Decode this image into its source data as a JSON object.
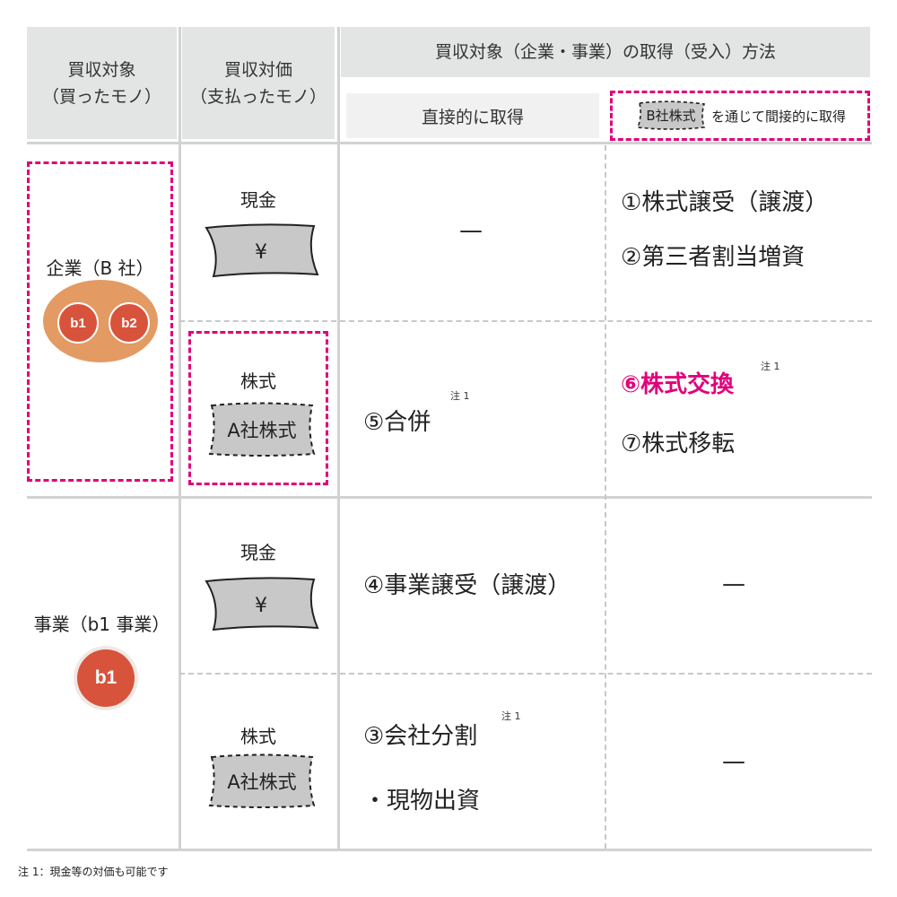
{
  "header": {
    "target_line1": "買収対象",
    "target_line2": "（買ったモノ）",
    "consideration_line1": "買収対価",
    "consideration_line2": "（支払ったモノ）",
    "method": "買収対象（企業・事業）の取得（受入）方法",
    "direct": "直接的に取得",
    "indirect_badge": "B社株式",
    "indirect_text": "を通じて間接的に取得"
  },
  "rows": {
    "company_label": "企業（B 社）",
    "company_units": [
      "b1",
      "b2"
    ],
    "business_label": "事業（b1 事業）",
    "business_unit": "b1",
    "cash_label": "現金",
    "cash_symbol": "¥",
    "stock_label": "株式",
    "stock_certificate": "A社株式"
  },
  "methods": {
    "company_cash_direct": "—",
    "company_cash_indirect_1": "①株式譲受（譲渡）",
    "company_cash_indirect_2": "②第三者割当増資",
    "company_stock_direct": "⑤合併",
    "company_stock_indirect_1": "⑥株式交換",
    "company_stock_indirect_2": "⑦株式移転",
    "business_cash_direct": "④事業譲受（譲渡）",
    "business_cash_indirect": "—",
    "business_stock_direct_1": "③会社分割",
    "business_stock_direct_2": "・現物出資",
    "business_stock_indirect": "—",
    "note_mark": "注 1"
  },
  "footnote": "注 1：現金等の対価も可能です",
  "colors": {
    "header_bg": "#e3e4e4",
    "accent": "#e0007a",
    "company_oval": "#e39a63",
    "unit_red": "#d8533b",
    "cert_gray": "#c8c8c8"
  }
}
